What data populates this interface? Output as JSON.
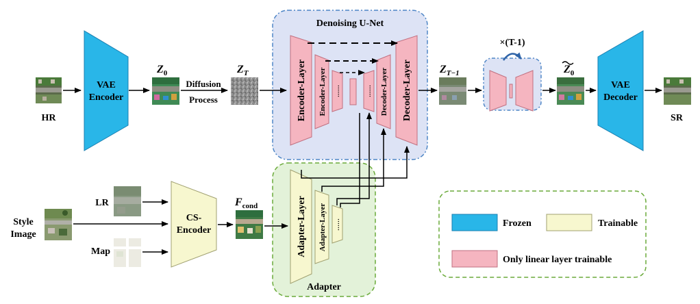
{
  "labels": {
    "hr": "HR",
    "sr": "SR",
    "vae_encoder_1": "VAE",
    "vae_encoder_2": "Encoder",
    "vae_decoder_1": "VAE",
    "vae_decoder_2": "Decoder",
    "z0": "Z",
    "z0_sub": "0",
    "diffusion_1": "Diffusion",
    "diffusion_2": "Process",
    "zT": "Z",
    "zT_sub": "T",
    "zT1": "Z",
    "zT1_sub": "T−1",
    "z0_hat": "Z",
    "z0_hat_sub": "0",
    "unet_title": "Denoising U-Net",
    "encoder_layer": "Encoder-Layer",
    "decoder_layer": "Decoder-Layer",
    "dots": "……",
    "repeat": "×(T-1)",
    "lr": "LR",
    "map": "Map",
    "style_1": "Style",
    "style_2": "Image",
    "cs_encoder_1": "CS-",
    "cs_encoder_2": "Encoder",
    "fcond": "F",
    "fcond_sub": "cond",
    "adapter_layer": "Adapter-Layer",
    "adapter_title": "Adapter",
    "legend_frozen": "Frozen",
    "legend_trainable": "Trainable",
    "legend_linear": "Only linear layer trainable"
  },
  "colors": {
    "frozen": "#29b6e8",
    "trainable": "#f7f7cf",
    "linear": "#f5b5c0",
    "unet_bg": "#dde3f5",
    "adapter_bg": "#e3f2d9",
    "unet_border": "#4f86c6",
    "adapter_border": "#6aaa3a",
    "arrow": "#000000"
  }
}
